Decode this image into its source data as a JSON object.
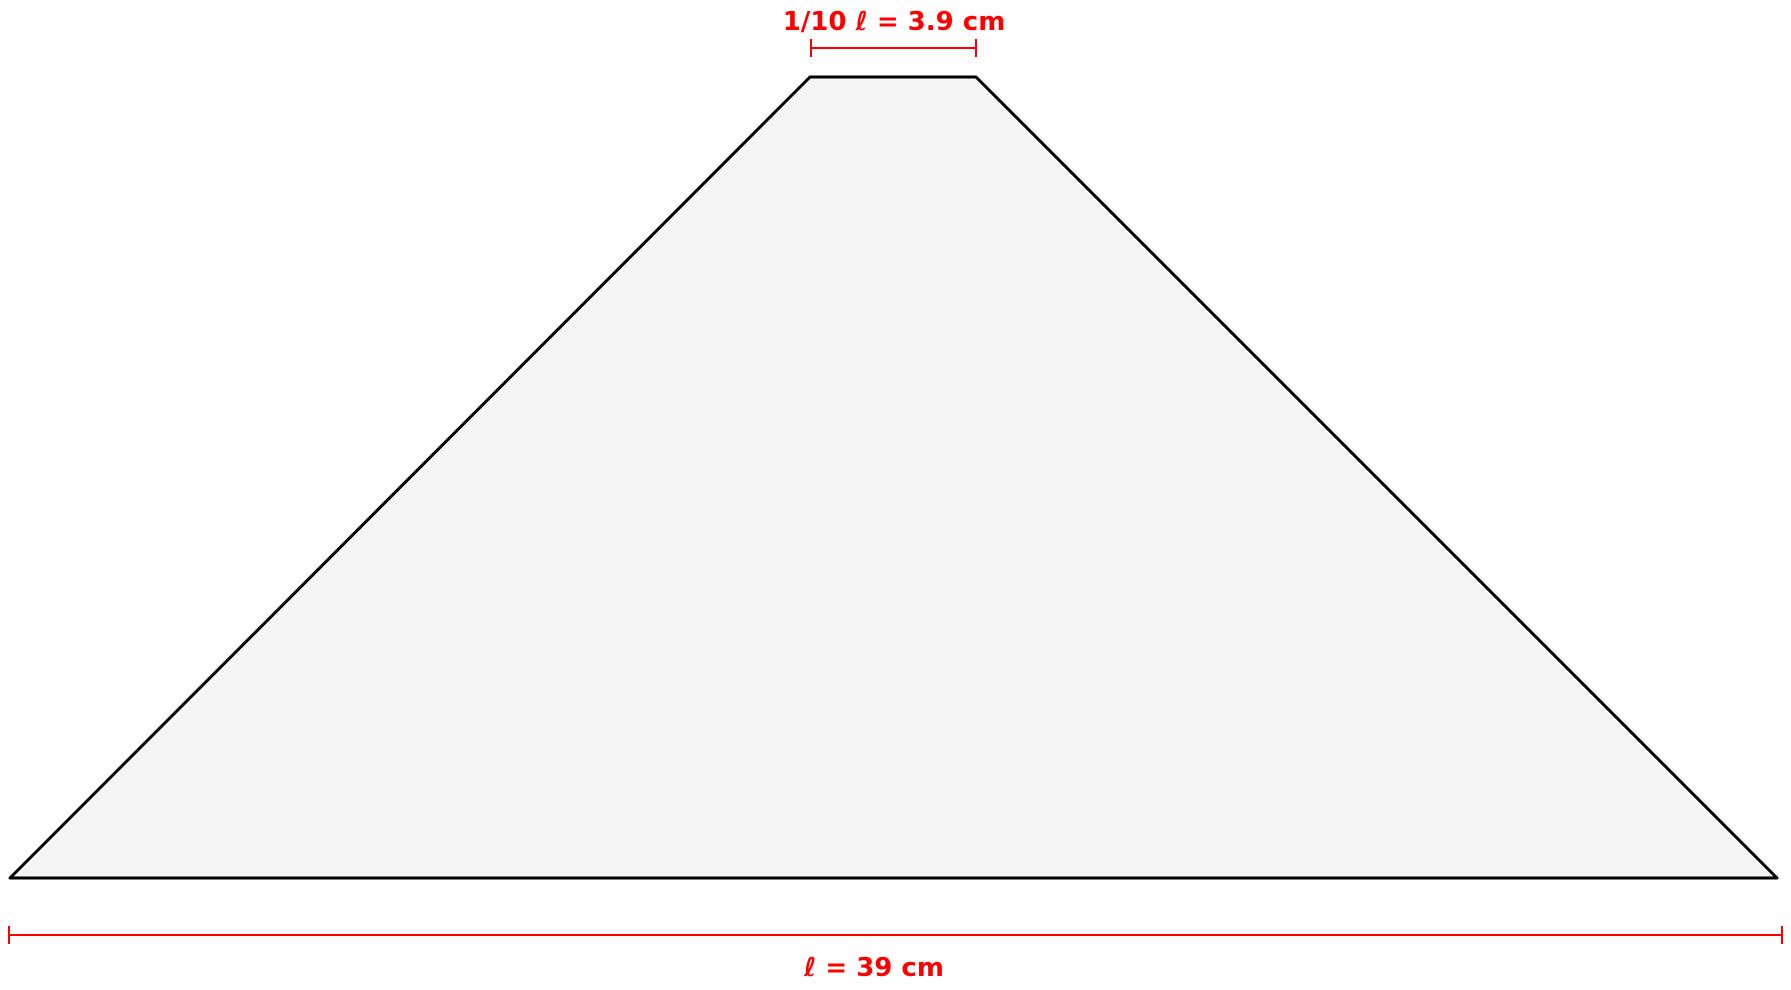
{
  "diagram": {
    "shape": "trapezoid",
    "fill_color": "#f5f5f5",
    "outline_color": "#000000",
    "dimension_color": "#ff0000",
    "top_dimension_label": "1/10 ℓ = 3.9 cm",
    "bottom_dimension_label": "ℓ = 39 cm"
  }
}
